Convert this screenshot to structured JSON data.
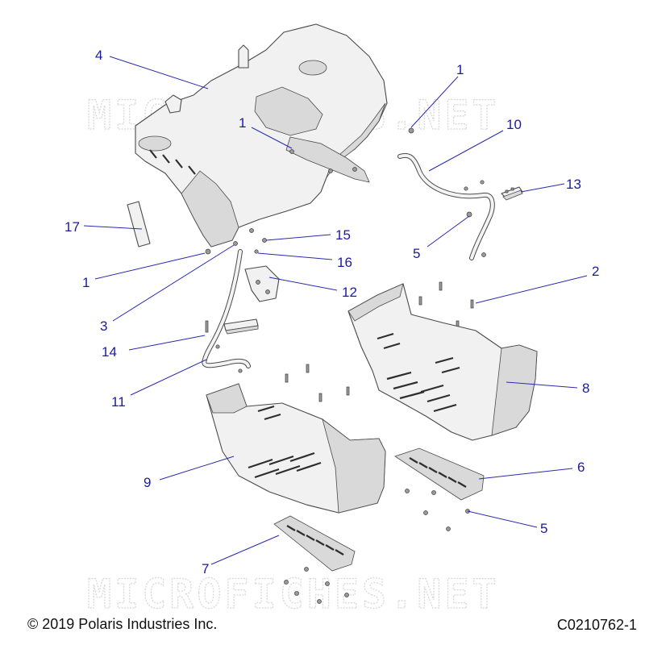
{
  "watermark": "MICROFICHES.NET",
  "footer": {
    "copyright": "© 2019 Polaris Industries Inc.",
    "figure_id": "C0210762-1"
  },
  "callouts": [
    "4",
    "1",
    "1",
    "10",
    "13",
    "17",
    "15",
    "16",
    "5",
    "2",
    "1",
    "3",
    "12",
    "14",
    "11",
    "8",
    "6",
    "9",
    "5",
    "7"
  ],
  "colors": {
    "callout": "#1a1aa0",
    "line": "#2a2ab0",
    "part_fill": "#f1f1f1",
    "part_stroke": "#4a4a4a"
  }
}
